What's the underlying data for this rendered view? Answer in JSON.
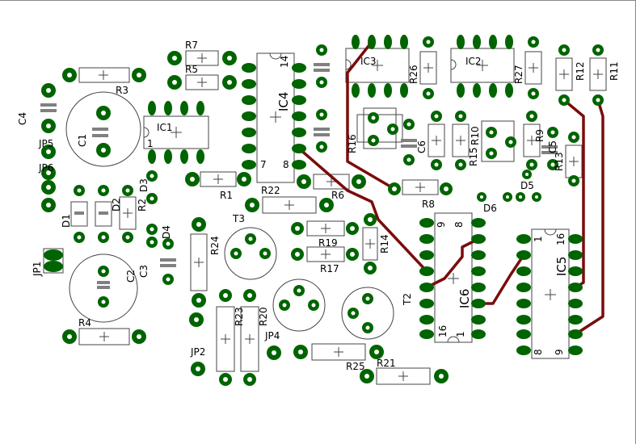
{
  "labels": {
    "r3": "R3",
    "r7": "R7",
    "r5": "R5",
    "ic1": "IC1",
    "c4": "C4",
    "c1": "C1",
    "jp5": "JP5",
    "jp6": "JP6",
    "d3": "D3",
    "d4": "D4",
    "r2": "R2",
    "d1": "D1",
    "d2": "D2",
    "c2": "C2",
    "c3": "C3",
    "jp1": "JP1",
    "r4": "R4",
    "r1": "R1",
    "r22": "R22",
    "ic4": "IC4",
    "r6": "R6",
    "t3": "T3",
    "r24": "R24",
    "r19": "R19",
    "r17": "R17",
    "r14": "R14",
    "r23": "R23",
    "r20": "R20",
    "jp4": "JP4",
    "jp2": "JP2",
    "r25": "R25",
    "r21": "R21",
    "t2": "T2",
    "ic6": "IC6",
    "ic5": "IC5",
    "r8": "R8",
    "ic3": "IC3",
    "r26": "R26",
    "ic2": "IC2",
    "r27": "R27",
    "r12": "R12",
    "r11": "R11",
    "r16": "R16",
    "r15": "R15",
    "r10": "R10",
    "r9": "R9",
    "r13": "R13",
    "d5": "D5",
    "d6": "D6",
    "c5": "C5",
    "c6": "C6"
  },
  "pin_numbers": {
    "ic4_14": "14",
    "ic4_7": "7",
    "ic4_8": "8",
    "ic6_8": "8",
    "ic6_9": "9",
    "ic6_16": "16",
    "ic6_1": "1",
    "ic5_1": "1",
    "ic5_16": "16",
    "ic5_8": "8",
    "ic5_9": "9",
    "ic1_1": "1"
  },
  "colors": {
    "pad": "#006400",
    "trace": "#7a0c0c",
    "outline": "#444444",
    "background": "#ffffff"
  }
}
